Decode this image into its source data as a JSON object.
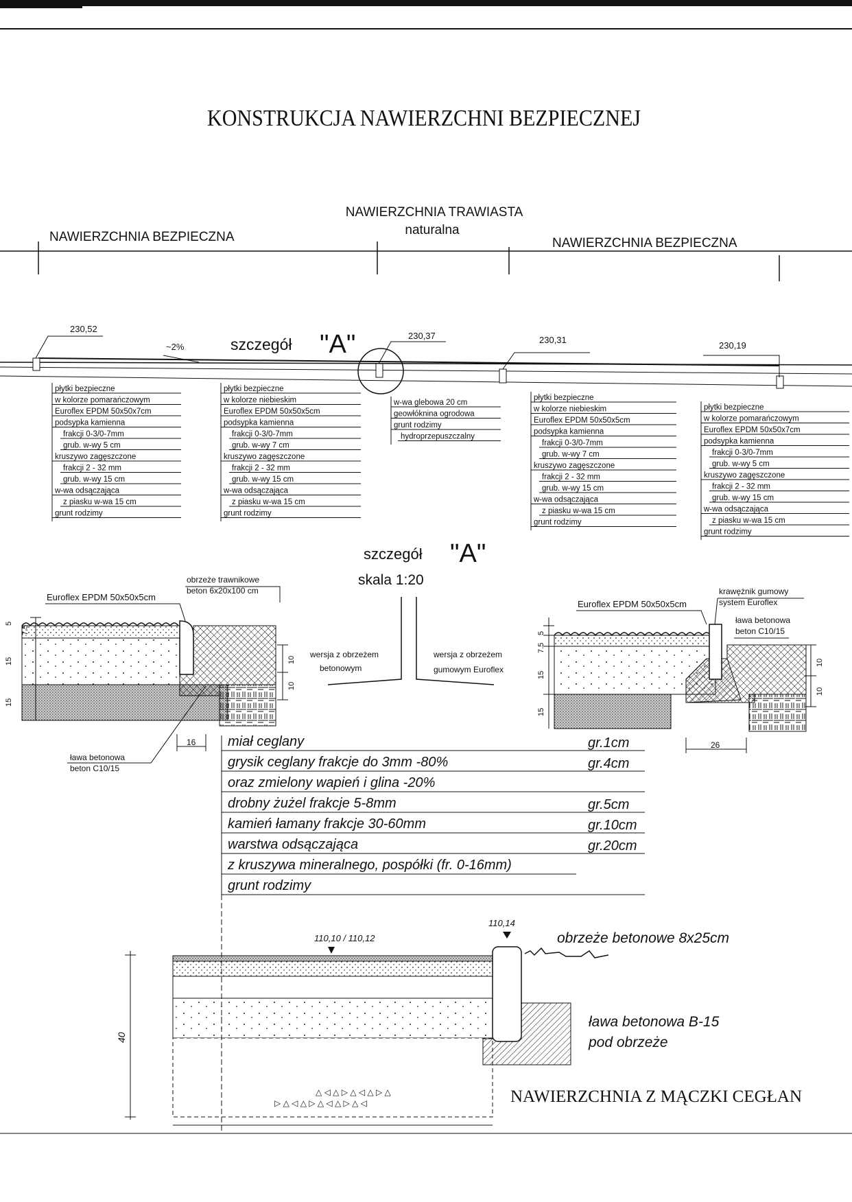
{
  "title": "KONSTRUKCJA NAWIERZCHNI BEZPIECZNEJ",
  "zones": {
    "left": "NAWIERZCHNIA BEZPIECZNA",
    "middle": "NAWIERZCHNIA TRAWIASTA",
    "middle_sub": "naturalna",
    "right": "NAWIERZCHNIA BEZPIECZNA"
  },
  "profile": {
    "elevations": [
      "230,52",
      "230,37",
      "230,31",
      "230,19"
    ],
    "slope": "~2%",
    "detail_label": "szczegół",
    "detail_letter": "\"A\""
  },
  "layer_tables": {
    "t1": [
      "płytki bezpieczne",
      "w kolorze pomarańczowym",
      "Euroflex EPDM 50x50x7cm",
      "podsypka kamienna",
      "frakcji 0-3/0-7mm",
      "grub. w-wy 5 cm",
      "kruszywo zagęszczone",
      "frakcji 2 - 32 mm",
      "grub. w-wy 15 cm",
      "w-wa odsączająca",
      "z piasku w-wa 15 cm",
      "grunt rodzimy"
    ],
    "t2": [
      "płytki bezpieczne",
      "w kolorze niebieskim",
      "Euroflex EPDM 50x50x5cm",
      "podsypka kamienna",
      "frakcji 0-3/0-7mm",
      "grub. w-wy 7 cm",
      "kruszywo zagęszczone",
      "frakcji 2 - 32 mm",
      "grub. w-wy 15 cm",
      "w-wa odsączająca",
      "z piasku w-wa 15 cm",
      "grunt rodzimy"
    ],
    "t3": [
      "w-wa glebowa 20 cm",
      "geowłóknina ogrodowa",
      "grunt rodzimy",
      "hydroprzepuszczalny"
    ],
    "t4": [
      "płytki bezpieczne",
      "w kolorze niebieskim",
      "Euroflex EPDM 50x50x5cm",
      "podsypka kamienna",
      "frakcji 0-3/0-7mm",
      "grub. w-wy 7 cm",
      "kruszywo zagęszczone",
      "frakcji 2 - 32 mm",
      "grub. w-wy 15 cm",
      "w-wa odsączająca",
      "z piasku w-wa 15 cm",
      "grunt rodzimy"
    ],
    "t5": [
      "płytki bezpieczne",
      "w kolorze pomarańczowym",
      "Euroflex EPDM 50x50x7cm",
      "podsypka kamienna",
      "frakcji 0-3/0-7mm",
      "grub. w-wy 5 cm",
      "kruszywo zagęszczone",
      "frakcji 2 - 32 mm",
      "grub. w-wy 15 cm",
      "w-wa odsączająca",
      "z piasku w-wa 15 cm",
      "grunt rodzimy"
    ]
  },
  "detail": {
    "label": "szczegół",
    "letter": "\"A\"",
    "scale": "skala 1:20",
    "left_version": [
      "wersja z obrzeżem",
      "betonowym"
    ],
    "right_version": [
      "wersja z obrzeżem",
      "gumowym Euroflex"
    ],
    "left_tile": "Euroflex EPDM 50x50x5cm",
    "left_edge": [
      "obrzeże trawnikowe",
      "beton 6x20x100 cm"
    ],
    "left_bench": [
      "ława betonowa",
      "beton C10/15"
    ],
    "left_dims": [
      "5",
      "7.5",
      "15",
      "15",
      "10",
      "10",
      "16"
    ],
    "right_tile": "Euroflex EPDM 50x50x5cm",
    "right_kerb": [
      "krawężnik gumowy",
      "system Euroflex"
    ],
    "right_bench": [
      "ława betonowa",
      "beton C10/15"
    ],
    "right_dims": [
      "5",
      "7.5",
      "15",
      "15",
      "10",
      "10",
      "26"
    ]
  },
  "brick_layers": [
    {
      "desc": "miał ceglany",
      "thickness": "gr.1cm"
    },
    {
      "desc": "grysik ceglany frakcje do 3mm -80%",
      "thickness": "gr.4cm"
    },
    {
      "desc": "oraz zmielony wapień i glina -20%",
      "thickness": ""
    },
    {
      "desc": "drobny żużel  frakcje 5-8mm",
      "thickness": "gr.5cm"
    },
    {
      "desc": "kamień łamany  frakcje 30-60mm",
      "thickness": "gr.10cm"
    },
    {
      "desc": "warstwa odsączająca",
      "thickness": "gr.20cm"
    },
    {
      "desc": "z kruszywa mineralnego, pospółki (fr. 0-16mm)",
      "thickness": ""
    },
    {
      "desc": "grunt rodzimy",
      "thickness": ""
    }
  ],
  "brick_section": {
    "elev_left": "110,10 / 110,12",
    "elev_right": "110,14",
    "edge_label": "obrzeże betonowe 8x25cm",
    "bench_label_1": "ława betonowa B-15",
    "bench_label_2": "pod obrzeże",
    "depth": "40",
    "caption": "NAWIERZCHNIA Z MĄCZKI CEGŁAN"
  }
}
